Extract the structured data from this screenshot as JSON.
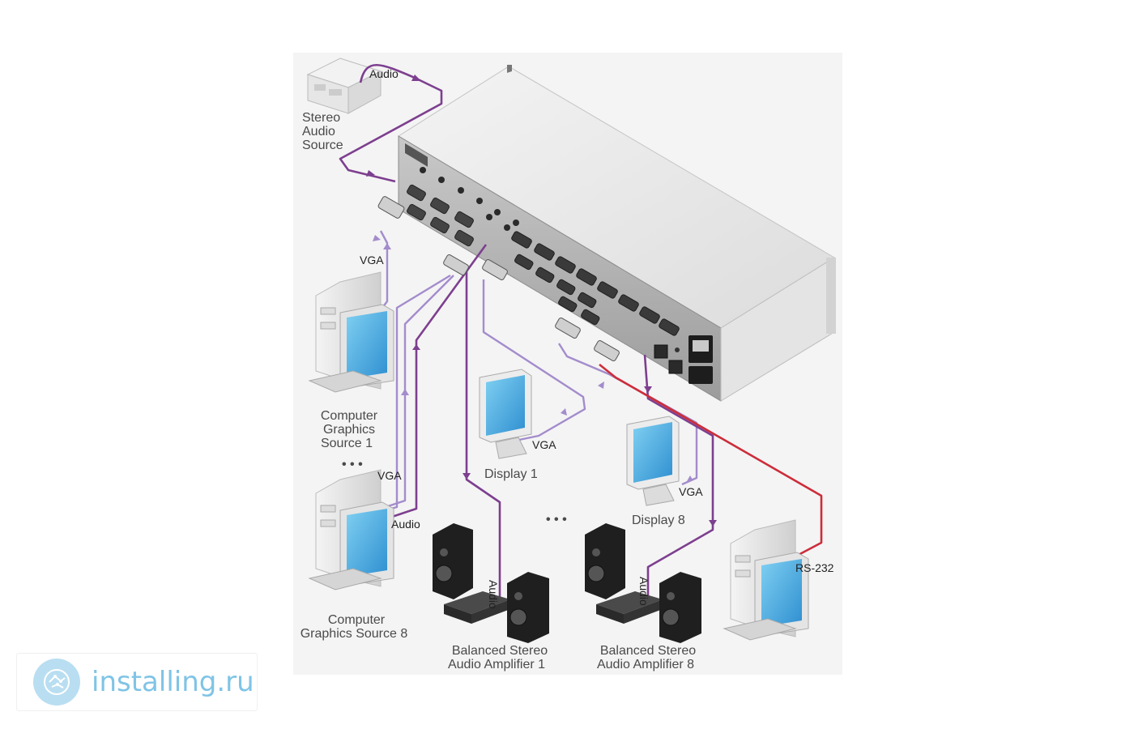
{
  "labels": {
    "audio_top": "Audio",
    "stereo_audio_source": [
      "Stereo",
      "Audio",
      "Source"
    ],
    "vga_top": "VGA",
    "computer_source_1": [
      "Computer",
      "Graphics",
      "Source 1"
    ],
    "ellipsis": "• • •",
    "vga_mid": "VGA",
    "audio_mid": "Audio",
    "computer_source_8": [
      "Computer",
      "Graphics Source 8"
    ],
    "display_1_vga": "VGA",
    "display_1": "Display 1",
    "display_8_vga": "VGA",
    "display_8": "Display 8",
    "audio_amp1_cable": "Audio",
    "audio_amp8_cable": "Audio",
    "amplifier_1": [
      "Balanced Stereo",
      "Audio Amplifier 1"
    ],
    "amplifier_8": [
      "Balanced Stereo",
      "Audio Amplifier 8"
    ],
    "rs232": "RS-232"
  },
  "watermark": {
    "text": "installing.ru",
    "icon": "brain-circuit-icon"
  },
  "colors": {
    "audio_cable": "#7d3f8f",
    "vga_cable": "#a38ccc",
    "rs232_cable": "#cc2d3a",
    "watermark_text": "#7fc4e6"
  }
}
